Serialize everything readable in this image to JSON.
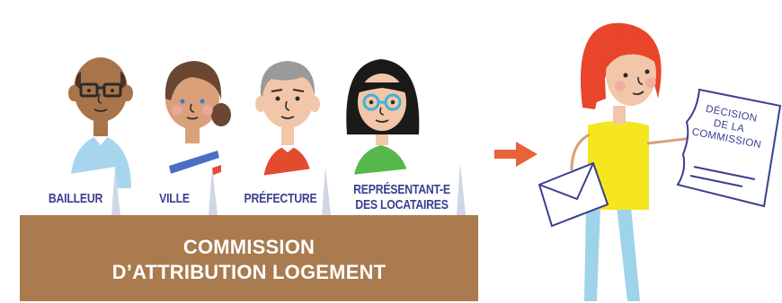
{
  "desk": {
    "title_line1": "COMMISSION",
    "title_line2": "D’ATTRIBUTION LOGEMENT",
    "color": "#a97b4f"
  },
  "members": [
    {
      "label": "BAILLEUR"
    },
    {
      "label": "VILLE"
    },
    {
      "label": "PRÉFECTURE"
    },
    {
      "label_line1": "REPRÉSENTANT-E",
      "label_line2": "DES LOCATAIRES"
    }
  ],
  "arrow": {
    "icon": "arrow-right-icon",
    "color": "#e8623a"
  },
  "document": {
    "line1": "DÉCISION",
    "line2": "DE LA",
    "line3": "COMMISSION"
  },
  "colors": {
    "label_text": "#3a3f8f",
    "applicant_hair": "#e8452a",
    "applicant_shirt": "#f5e61e",
    "applicant_legs": "#9fd3ea"
  }
}
